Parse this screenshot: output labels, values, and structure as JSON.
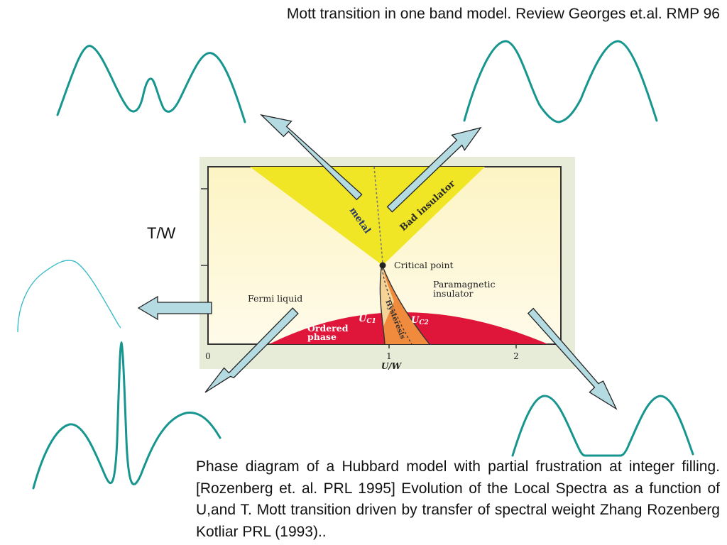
{
  "header": {
    "title": "Mott transition in  one band model.  Review Georges et.al. RMP 96"
  },
  "axis_side_label": "T/W",
  "diagram": {
    "x_axis_label": "U/W",
    "x_ticks": [
      "0",
      "1",
      "2"
    ],
    "regions": {
      "metal": "metal",
      "bad_insulator": "Bad insulator",
      "critical_point": "Critical point",
      "paramagnetic_insulator_line1": "Paramagnetic",
      "paramagnetic_insulator_line2": "insulator",
      "fermi_liquid": "Fermi liquid",
      "ordered_phase_line1": "Ordered",
      "ordered_phase_line2": "phase",
      "uc1": "U",
      "uc1_sub": "C1",
      "uc2": "U",
      "uc2_sub": "C2",
      "hysteresis": "Hysteresis"
    },
    "colors": {
      "metal_blue": "#5ec8ee",
      "insulator_yellow": "#f0e626",
      "ordered_red": "#e0153a",
      "hysteresis_orange": "#f08a3c",
      "background": "#fdf8dc",
      "spectra_teal": "#17958f",
      "arrow_fill": "#b4dbe2"
    }
  },
  "caption": "Phase diagram of a Hubbard model with partial frustration at integer filling. [Rozenberg et. al. PRL 1995] Evolution of the Local Spectra as a function of U,and T.  Mott transition driven by transfer of spectral weight Zhang Rozenberg Kotliar PRL (1993).."
}
